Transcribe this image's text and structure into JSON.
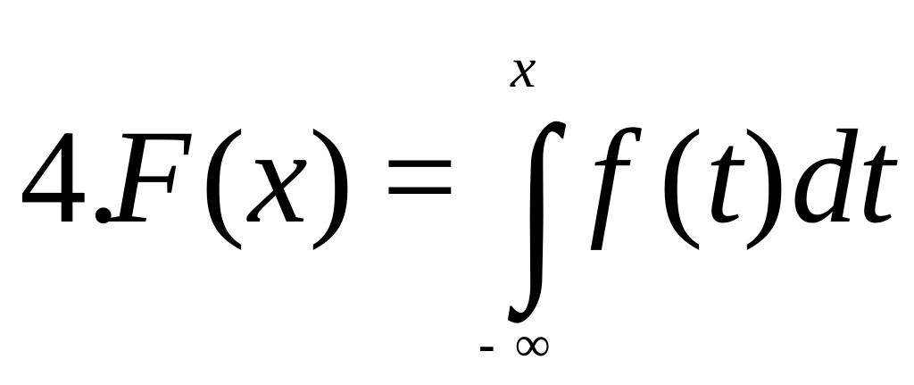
{
  "formula": {
    "number": "4.",
    "lhs_function": "F",
    "lhs_open_paren": "(",
    "lhs_variable": "x",
    "lhs_close_paren": ")",
    "equals": "=",
    "integral_sign": "∫",
    "upper_limit": "x",
    "lower_limit_sign": "-",
    "lower_limit_value": "∞",
    "integrand_function": "f",
    "integrand_open_paren": "(",
    "integrand_variable": "t",
    "integrand_close_paren": ")",
    "differential": "dt"
  }
}
